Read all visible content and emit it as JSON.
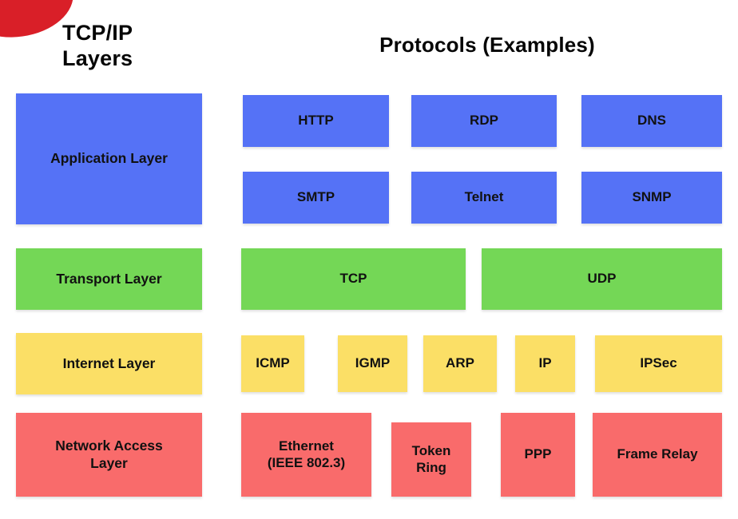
{
  "headings": {
    "layers": "TCP/IP\nLayers",
    "protocols": "Protocols (Examples)"
  },
  "colors": {
    "application": "#5572f6",
    "transport": "#74d756",
    "internet": "#fbdf66",
    "network_access": "#f96b6b",
    "accent_blob": "#d91f28",
    "text": "#111111",
    "background": "#ffffff"
  },
  "chart_data": {
    "type": "table",
    "title": "TCP/IP Layers and Protocol Examples",
    "columns": [
      "TCP/IP Layers",
      "Protocols (Examples)"
    ],
    "rows": [
      {
        "layer": "Application Layer",
        "color": "#5572f6",
        "protocols": [
          "HTTP",
          "RDP",
          "DNS",
          "SMTP",
          "Telnet",
          "SNMP"
        ]
      },
      {
        "layer": "Transport Layer",
        "color": "#74d756",
        "protocols": [
          "TCP",
          "UDP"
        ]
      },
      {
        "layer": "Internet Layer",
        "color": "#fbdf66",
        "protocols": [
          "ICMP",
          "IGMP",
          "ARP",
          "IP",
          "IPSec"
        ]
      },
      {
        "layer": "Network Access Layer",
        "color": "#f96b6b",
        "protocols": [
          "Ethernet\n(IEEE 802.3)",
          "Token\nRing",
          "PPP",
          "Frame Relay"
        ]
      }
    ]
  },
  "layers": {
    "application": "Application Layer",
    "transport": "Transport Layer",
    "internet": "Internet Layer",
    "network_access": "Network Access\nLayer"
  },
  "protocols": {
    "application": {
      "http": "HTTP",
      "rdp": "RDP",
      "dns": "DNS",
      "smtp": "SMTP",
      "telnet": "Telnet",
      "snmp": "SNMP"
    },
    "transport": {
      "tcp": "TCP",
      "udp": "UDP"
    },
    "internet": {
      "icmp": "ICMP",
      "igmp": "IGMP",
      "arp": "ARP",
      "ip": "IP",
      "ipsec": "IPSec"
    },
    "network_access": {
      "ethernet": "Ethernet\n(IEEE 802.3)",
      "token_ring": "Token\nRing",
      "ppp": "PPP",
      "frame_relay": "Frame Relay"
    }
  }
}
